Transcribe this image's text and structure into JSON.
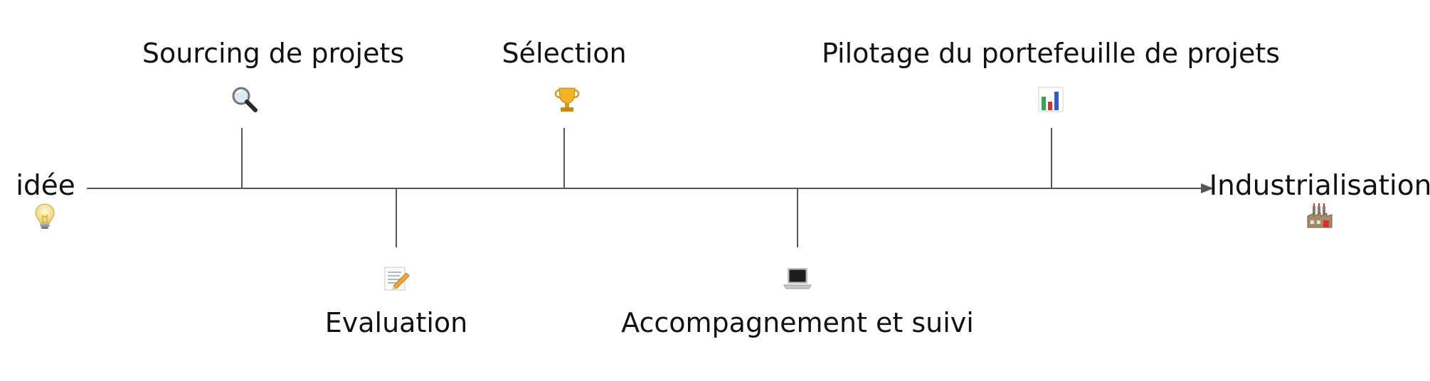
{
  "timeline": {
    "start": {
      "label": "idée",
      "icon": "lightbulb-icon"
    },
    "end": {
      "label": "Industrialisation",
      "icon": "factory-icon"
    },
    "milestones": [
      {
        "label": "Sourcing de projets",
        "icon": "magnifying-glass-icon",
        "side": "above"
      },
      {
        "label": "Evaluation",
        "icon": "memo-pencil-icon",
        "side": "below"
      },
      {
        "label": "Sélection",
        "icon": "trophy-icon",
        "side": "above"
      },
      {
        "label": "Accompagnement et suivi",
        "icon": "laptop-icon",
        "side": "below"
      },
      {
        "label": "Pilotage du portefeuille de projets",
        "icon": "bar-chart-icon",
        "side": "above"
      }
    ]
  },
  "colors": {
    "line": "#555555",
    "text": "#111111"
  }
}
